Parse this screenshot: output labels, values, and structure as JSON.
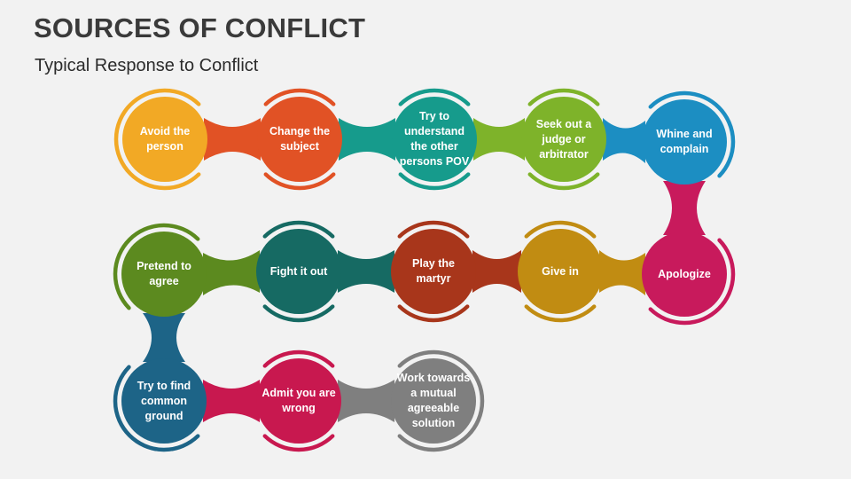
{
  "header": {
    "title": "SOURCES OF CONFLICT",
    "subtitle": "Typical Response to Conflict"
  },
  "steps": [
    {
      "label": "Avoid the person",
      "color": "#f2a925"
    },
    {
      "label": "Change the subject",
      "color": "#e15225"
    },
    {
      "label": "Try to understand the other persons POV",
      "color": "#169b8c"
    },
    {
      "label": "Seek out a judge or arbitrator",
      "color": "#7eb32a"
    },
    {
      "label": "Whine and complain",
      "color": "#1c8ec2"
    },
    {
      "label": "Apologize",
      "color": "#c81a5c"
    },
    {
      "label": "Give in",
      "color": "#c18c12"
    },
    {
      "label": "Play the martyr",
      "color": "#a8361b"
    },
    {
      "label": "Fight it out",
      "color": "#166a63"
    },
    {
      "label": "Pretend to agree",
      "color": "#5c8a1f"
    },
    {
      "label": "Try to find common ground",
      "color": "#1d6487"
    },
    {
      "label": "Admit you are wrong",
      "color": "#c8184f"
    },
    {
      "label": "Work towards a mutual agreeable solution",
      "color": "#7f7f7f"
    }
  ]
}
